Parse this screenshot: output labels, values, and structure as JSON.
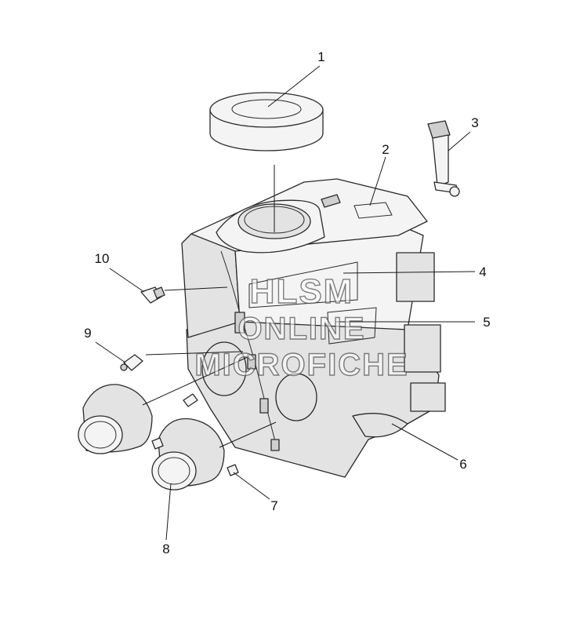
{
  "diagram": {
    "callouts": [
      "1",
      "2",
      "3",
      "4",
      "5",
      "6",
      "7",
      "8",
      "9",
      "10"
    ],
    "watermark": {
      "line1": "HLSM",
      "line2": "ONLINE",
      "line3": "MICROFICHE"
    }
  }
}
